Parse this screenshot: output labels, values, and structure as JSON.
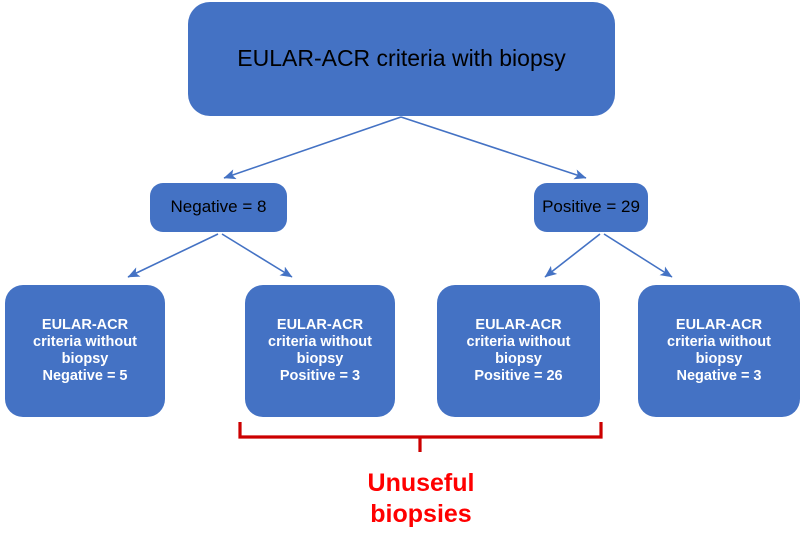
{
  "diagram": {
    "title_node": {
      "label": "EULAR-ACR criteria with biopsy",
      "text_color": "#000000",
      "fill": "#4472C4"
    },
    "mid_nodes": [
      {
        "label": "Negative = 8",
        "text_color": "#000000",
        "fill": "#4472C4"
      },
      {
        "label": "Positive = 29",
        "text_color": "#000000",
        "fill": "#4472C4"
      }
    ],
    "leaf_nodes": [
      {
        "label": "EULAR-ACR\ncriteria without\nbiopsy\nNegative = 5",
        "text_color": "#ffffff",
        "fill": "#4472C4"
      },
      {
        "label": "EULAR-ACR\ncriteria without\nbiopsy\nPositive = 3",
        "text_color": "#ffffff",
        "fill": "#4472C4"
      },
      {
        "label": "EULAR-ACR\ncriteria without\nbiopsy\nPositive = 26",
        "text_color": "#ffffff",
        "fill": "#4472C4"
      },
      {
        "label": "EULAR-ACR\ncriteria without\nbiopsy\nNegative  = 3",
        "text_color": "#ffffff",
        "fill": "#4472C4"
      }
    ],
    "annotation": {
      "label": "Unuseful\nbiopsies",
      "color": "#FF0000"
    },
    "colors": {
      "node_fill": "#4472C4",
      "connector": "#4472C4",
      "annotation": "#CC0000",
      "background": "#FFFFFF"
    }
  }
}
